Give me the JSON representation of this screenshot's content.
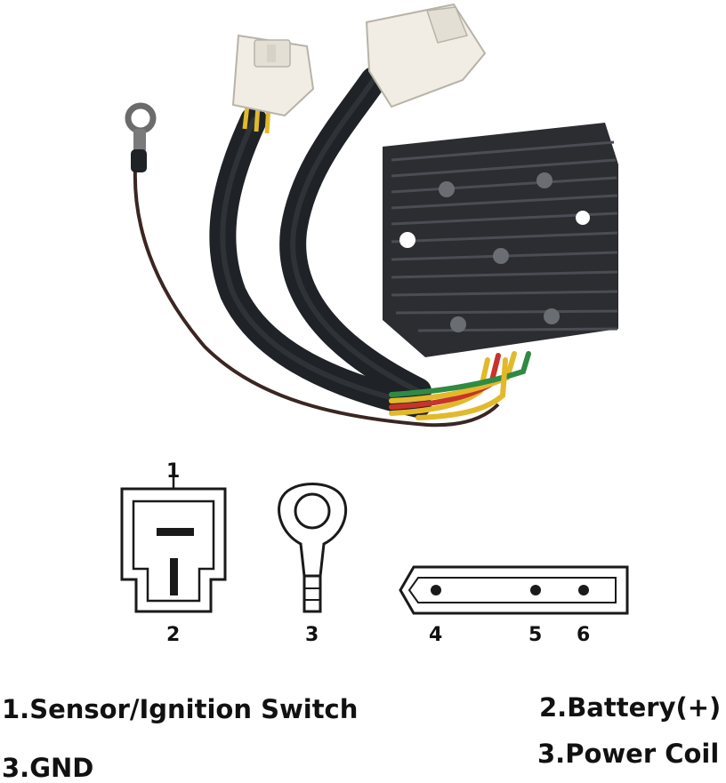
{
  "diagram": {
    "pins": {
      "p1": "1",
      "p2": "2",
      "p3": "3",
      "p4": "4",
      "p5": "5",
      "p6": "6"
    }
  },
  "legend": {
    "item_1": "1.Sensor/Ignition Switch",
    "item_2": "2.Battery(+)",
    "item_3_gnd": "3.GND",
    "item_3_power": "3.Power Coil"
  },
  "colors": {
    "regulator_body": "#2b2d31",
    "cable_sheath": "#1f2226",
    "connector_plastic": "#f1ede4",
    "wire_yellow": "#e2b92a",
    "wire_red": "#c8332b",
    "wire_green": "#2f8a43",
    "wire_brown": "#3a2622",
    "line_art": "#1a1a1a"
  }
}
